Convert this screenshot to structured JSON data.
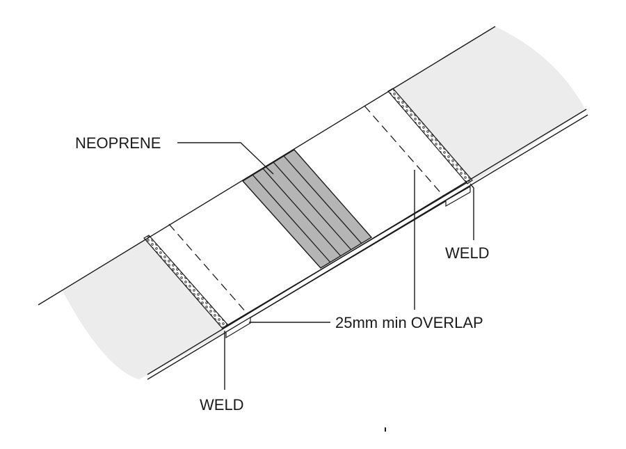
{
  "labels": {
    "neoprene": "NEOPRENE",
    "weld_right": "WELD",
    "overlap": "25mm min OVERLAP",
    "weld_bottom": "WELD"
  },
  "colors": {
    "ink": "#1a1a1a",
    "belt_shade": "#ececec",
    "neoprene_fill": "#b5b5b5",
    "background": "#ffffff"
  }
}
